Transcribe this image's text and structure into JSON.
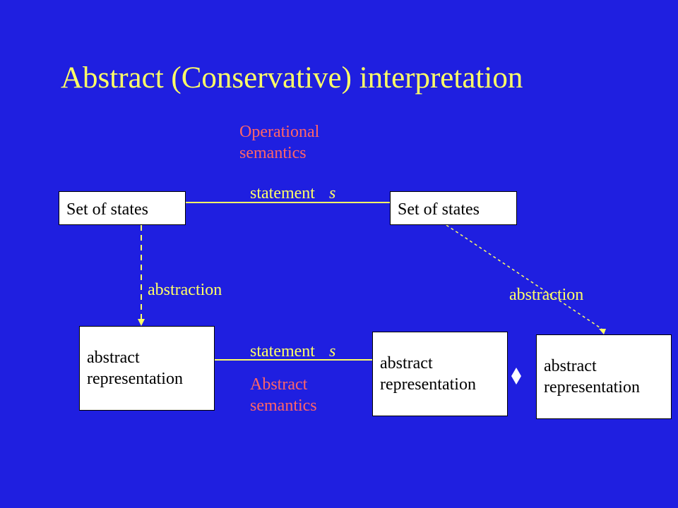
{
  "title": "Abstract (Conservative) interpretation",
  "operational_semantics": [
    "Operational",
    "semantics"
  ],
  "abstract_semantics": [
    "Abstract",
    "semantics"
  ],
  "top_edge": {
    "word": "statement",
    "var": "s"
  },
  "bottom_edge": {
    "word": "statement",
    "var": "s"
  },
  "boxes": {
    "top_left": "Set of states",
    "top_right": "Set of states",
    "bottom_left": [
      "abstract",
      "representation"
    ],
    "bottom_middle": [
      "abstract",
      "representation"
    ],
    "bottom_right": [
      "abstract",
      "representation"
    ]
  },
  "arrow_labels": {
    "left": "abstraction",
    "right": "abstraction"
  },
  "relation_symbol": "diamond",
  "colors": {
    "background": "#1f1fe0",
    "title": "#ffff66",
    "semantics_label": "#ff6666",
    "lines": "#ffff66"
  }
}
